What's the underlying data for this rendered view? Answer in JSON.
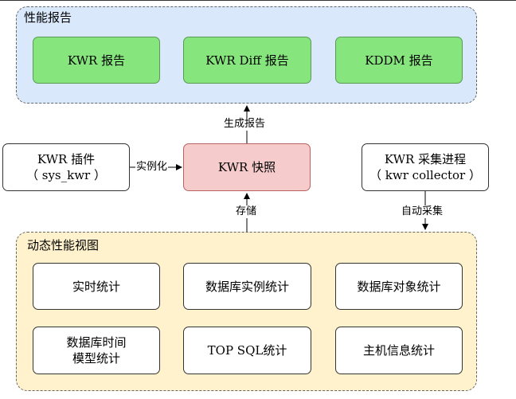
{
  "perf_report": {
    "title": "性能报告",
    "items": [
      "KWR 报告",
      "KWR Diff 报告",
      "KDDM 报告"
    ]
  },
  "plugin": {
    "line1": "KWR 插件",
    "line2": "（ sys_kwr ）"
  },
  "snapshot": {
    "label": "KWR 快照"
  },
  "collector": {
    "line1": "KWR 采集进程",
    "line2": "（ kwr collector ）"
  },
  "edges": {
    "generate_report": "生成报告",
    "instantiate": "实例化",
    "storage": "存储",
    "auto_collect": "自动采集"
  },
  "dynamic_views": {
    "title": "动态性能视图",
    "items": [
      "实时统计",
      "数据库实例统计",
      "数据库对象统计",
      "数据库时间\n模型统计",
      "TOP SQL统计",
      "主机信息统计"
    ]
  },
  "colors": {
    "report_group_bg": "#dae8fc",
    "report_box_bg": "#86e57d",
    "snapshot_bg": "#f6cbcb",
    "views_group_bg": "#fff2cc"
  }
}
